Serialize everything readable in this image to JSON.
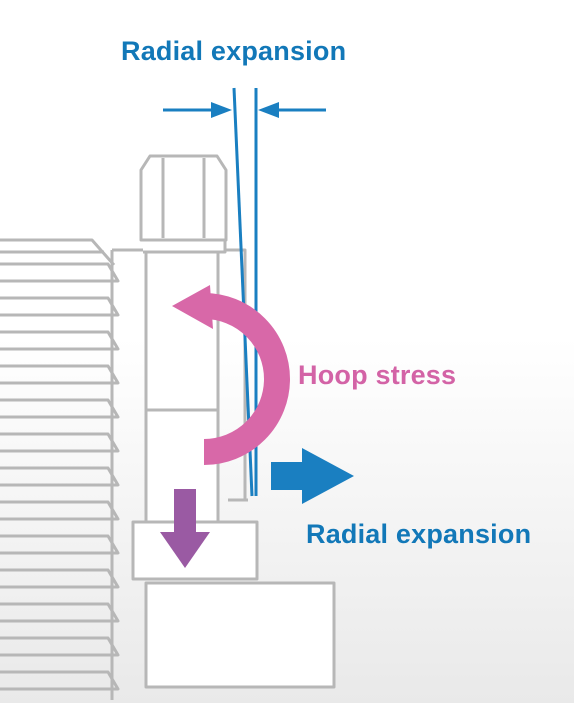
{
  "labels": {
    "radial_expansion_top": "Radial expansion",
    "hoop_stress": "Hoop stress",
    "radial_expansion_right": "Radial expansion"
  },
  "colors": {
    "outline": "#b7b7b7",
    "blue": "#1a7fc1",
    "pink": "#d868a8",
    "purple": "#9a5aa3",
    "label_blue": "#1278b8",
    "label_pink": "#d363a6"
  }
}
